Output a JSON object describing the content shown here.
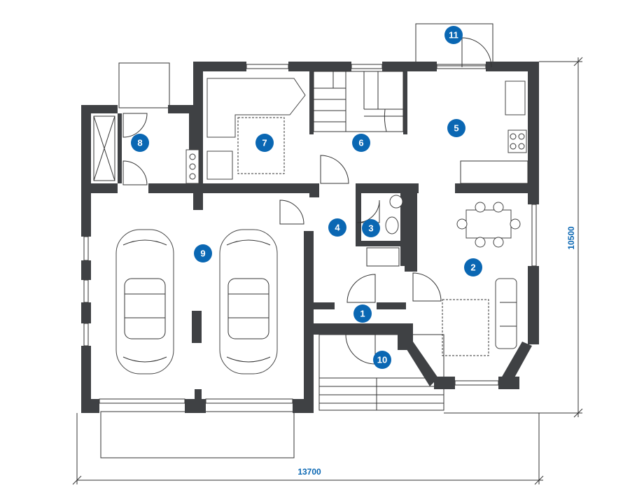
{
  "rooms": [
    {
      "id": "1"
    },
    {
      "id": "2"
    },
    {
      "id": "3"
    },
    {
      "id": "4"
    },
    {
      "id": "5"
    },
    {
      "id": "6"
    },
    {
      "id": "7"
    },
    {
      "id": "8"
    },
    {
      "id": "9"
    },
    {
      "id": "10"
    },
    {
      "id": "11"
    }
  ],
  "dimensions": {
    "width_label": "13700",
    "height_label": "10500"
  },
  "colors": {
    "wall": "#3f4144",
    "marker": "#0a67b3",
    "dimension_text": "#0a67b3"
  }
}
